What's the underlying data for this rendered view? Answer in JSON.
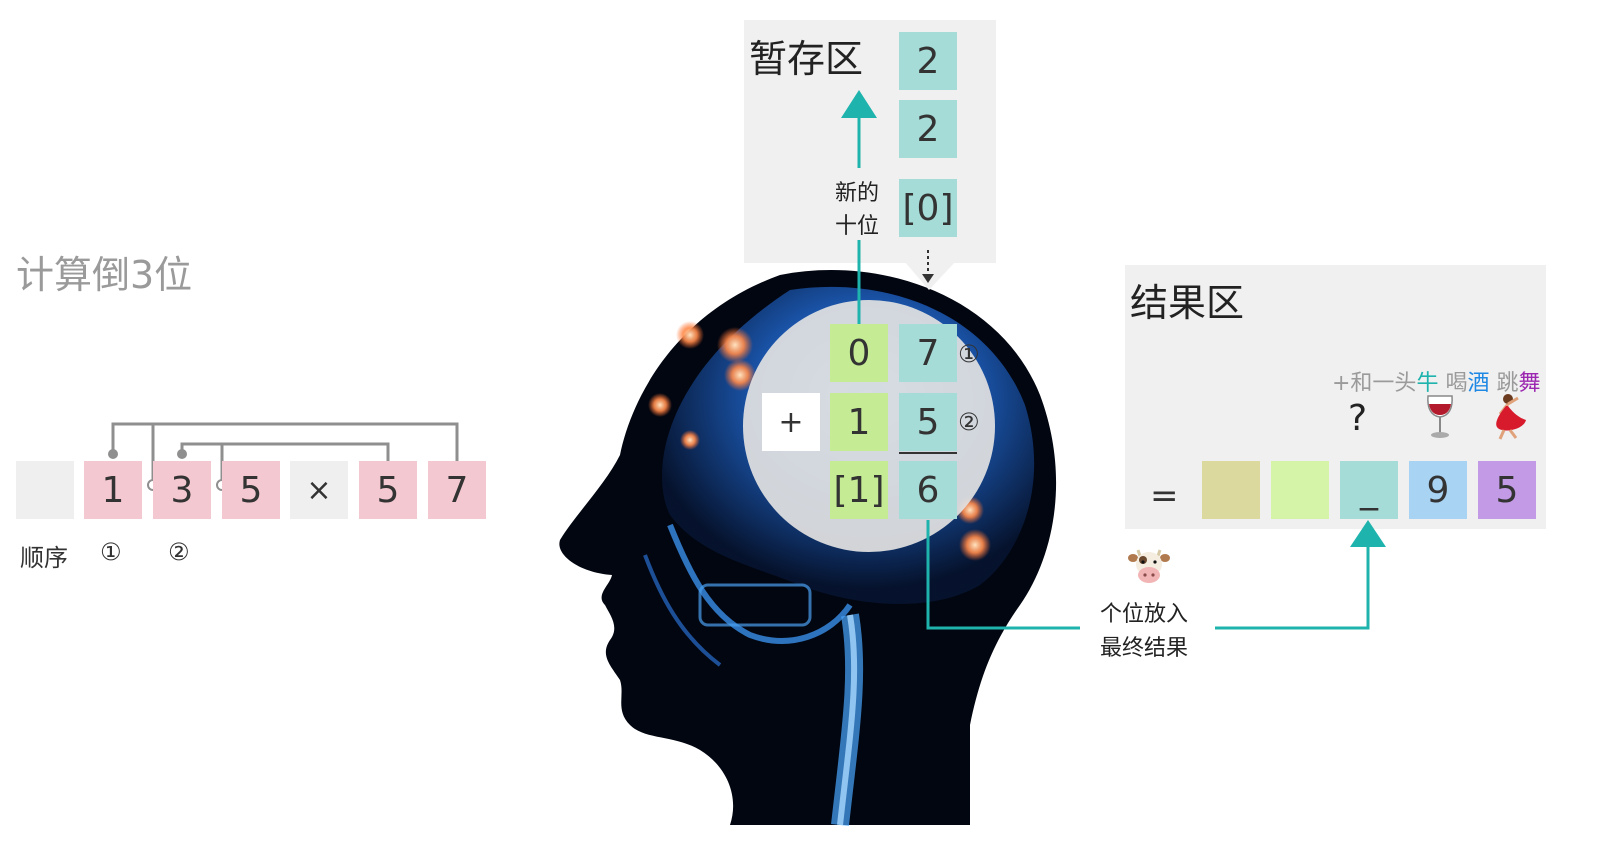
{
  "left": {
    "title": "计算倒3位",
    "digits": [
      "1",
      "3",
      "5",
      "×",
      "5",
      "7"
    ],
    "order_label": "顺序",
    "order_marks": [
      "①",
      "②"
    ]
  },
  "temp": {
    "title": "暂存区",
    "cells": [
      "2",
      "2",
      "[0]"
    ],
    "note": [
      "新的",
      "十位"
    ]
  },
  "brain": {
    "row1": [
      "0",
      "7"
    ],
    "row2": [
      "+",
      "1",
      "5"
    ],
    "row3": [
      "[1]",
      "6"
    ],
    "marks": [
      "①",
      "②"
    ]
  },
  "result": {
    "title": "结果区",
    "mnemonic": {
      "p1": "+和一头",
      "p2": "牛",
      "p3": " 喝",
      "p4": "酒",
      "p5": " 跳",
      "p6": "舞"
    },
    "question": "?",
    "equals": "=",
    "cells": [
      "",
      "",
      "_",
      "9",
      "5"
    ]
  },
  "note": [
    "个位放入",
    "最终结果"
  ],
  "colors": {
    "teal": "#1fb3ad",
    "blue": "#1e88e5",
    "purple": "#9c27b0",
    "pink": "#f4c8d0",
    "green": "#c5ec95",
    "teal_cell": "#a6dcd7"
  },
  "icons": [
    "cow-icon",
    "wine-icon",
    "dancer-icon",
    "head-xray-image"
  ]
}
